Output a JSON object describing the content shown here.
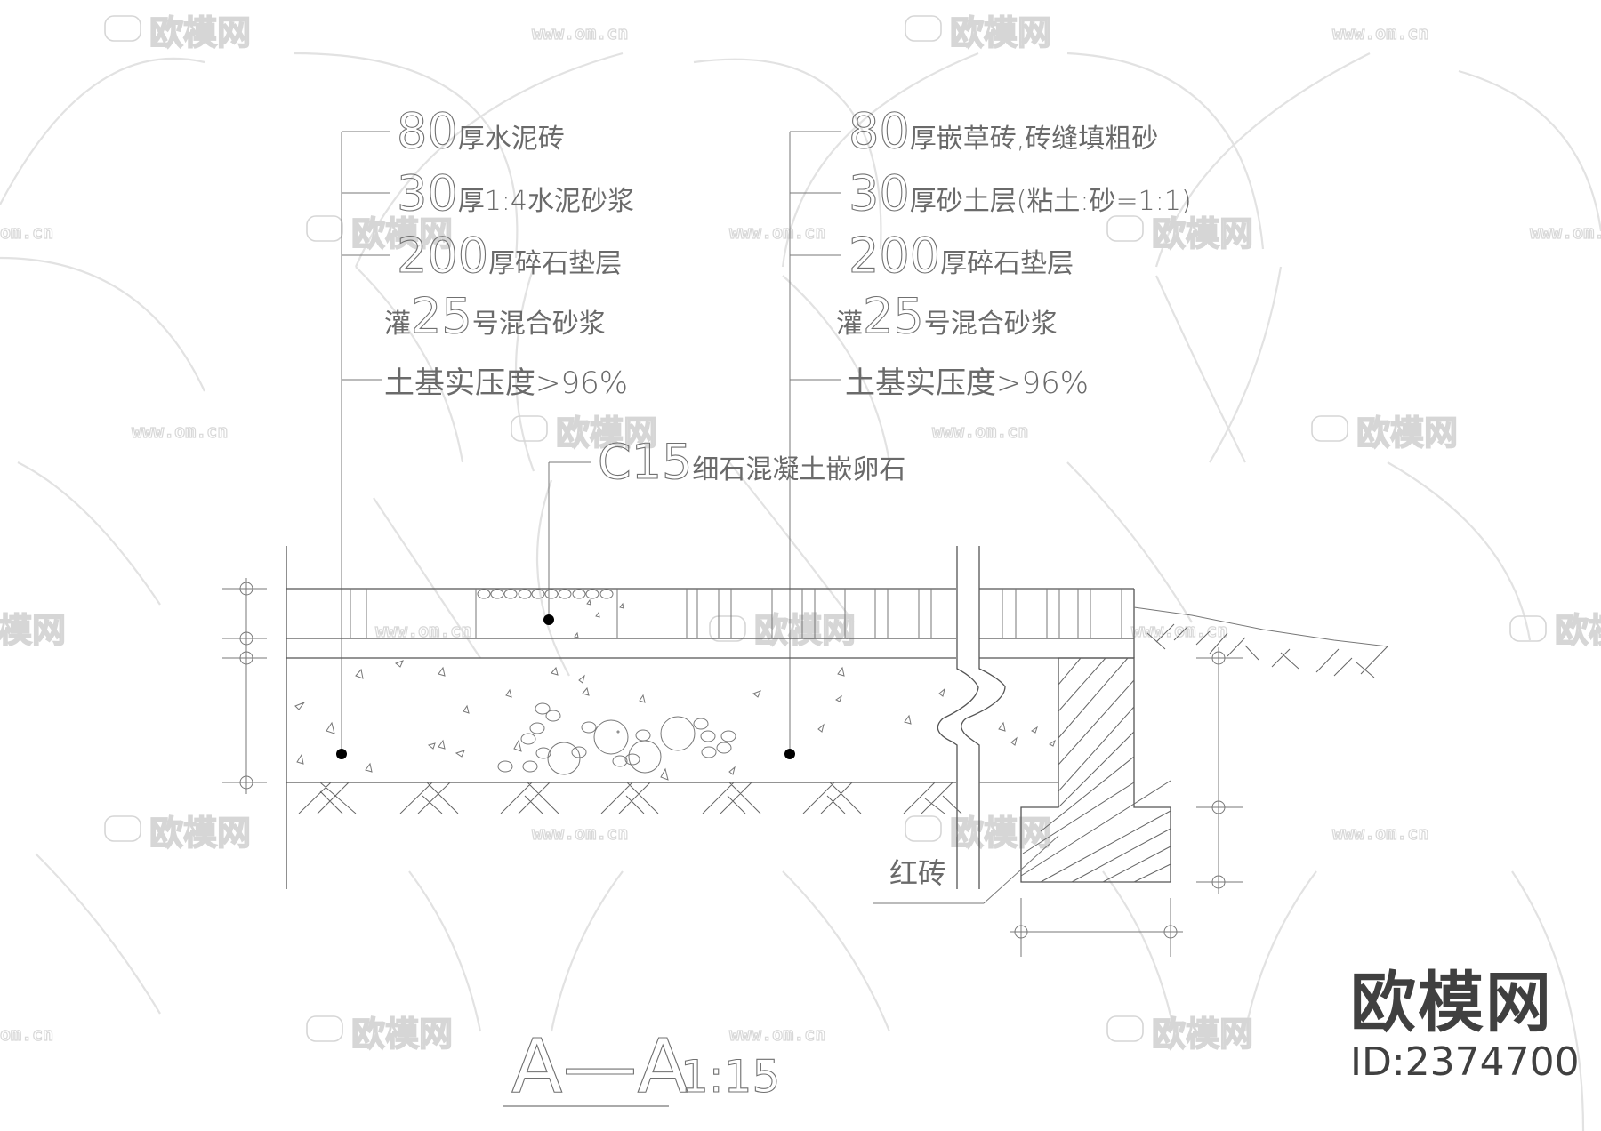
{
  "drawing": {
    "title": "A—A",
    "scale": "1:15",
    "left_callout": {
      "lines": [
        {
          "num": "80",
          "text": "厚水泥砖"
        },
        {
          "num": "30",
          "text": "厚1:4水泥砂浆"
        },
        {
          "num": "200",
          "text": "厚碎石垫层"
        },
        {
          "prefix": "灌",
          "num": "25",
          "text": "号混合砂浆"
        },
        {
          "text": "土基实压度>96%"
        }
      ]
    },
    "right_callout": {
      "lines": [
        {
          "num": "80",
          "text": "厚嵌草砖,砖缝填粗砂"
        },
        {
          "num": "30",
          "text": "厚砂土层(粘土:砂=1:1)"
        },
        {
          "num": "200",
          "text": "厚碎石垫层"
        },
        {
          "prefix": "灌",
          "num": "25",
          "text": "号混合砂浆"
        },
        {
          "text": "土基实压度>96%"
        }
      ]
    },
    "middle_callout": {
      "num": "C15",
      "text": "细石混凝土嵌卵石"
    },
    "brick_label": "红砖"
  },
  "watermark": {
    "brand_cn": "欧模网",
    "url": "www.om.cn",
    "url_short": "om.cn"
  },
  "badge": {
    "name": "欧模网",
    "id": "ID:2374700"
  }
}
